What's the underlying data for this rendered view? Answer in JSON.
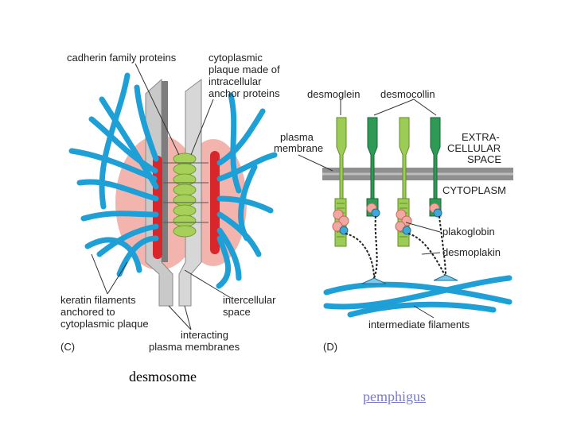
{
  "panel_c": {
    "label_cadherin": "cadherin family proteins",
    "label_plaque": [
      "cytoplasmic",
      "plaque made of",
      "intracellular",
      "anchor proteins"
    ],
    "label_keratin": [
      "keratin filaments",
      "anchored to",
      "cytoplasmic plaque"
    ],
    "label_intercellular": [
      "intercellular",
      "space"
    ],
    "label_interacting": [
      "interacting",
      "plasma membranes"
    ],
    "panel_letter": "(C)"
  },
  "panel_d": {
    "label_desmoglein": "desmoglein",
    "label_desmocollin": "desmocollin",
    "label_plasma_membrane": [
      "plasma",
      "membrane"
    ],
    "label_extracellular": [
      "EXTRA-",
      "CELLULAR",
      "SPACE"
    ],
    "label_cytoplasm": "CYTOPLASM",
    "label_plakoglobin": "plakoglobin",
    "label_desmoplakin": "desmoplakin",
    "label_intermediate": "intermediate filaments",
    "panel_letter": "(D)"
  },
  "captions": {
    "left": "desmosome",
    "right_link": "pemphigus"
  },
  "colors": {
    "keratin_blue": "#1e9fd6",
    "plaque_green": "#a6d05a",
    "membrane_grey": "#c8c8c8",
    "red": "#d9262b",
    "pink": "#f2a7a0",
    "desmoglein_green": "#9ccc55",
    "desmocollin_green": "#2e9a55"
  }
}
